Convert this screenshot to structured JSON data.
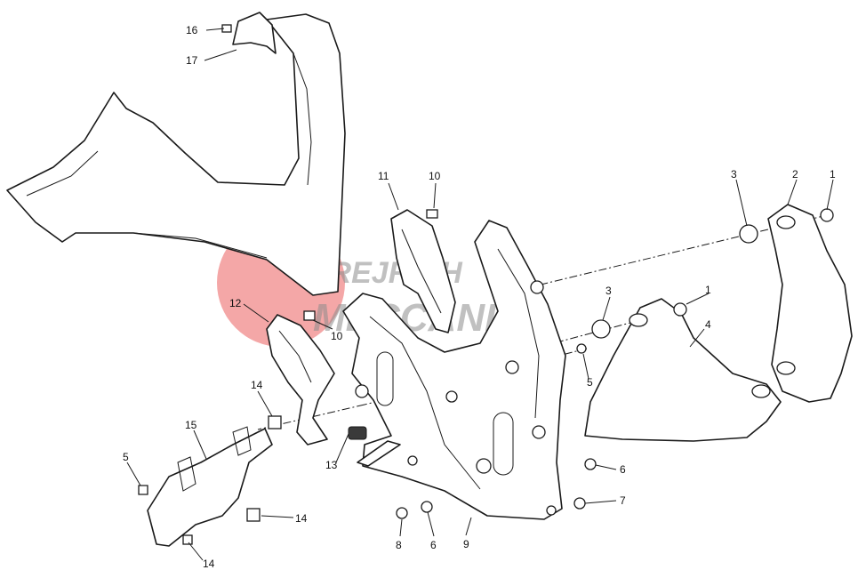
{
  "diagram": {
    "callouts": [
      "1",
      "2",
      "3",
      "1",
      "3",
      "4",
      "5",
      "5",
      "6",
      "6",
      "7",
      "8",
      "9",
      "10",
      "10",
      "11",
      "12",
      "13",
      "14",
      "14",
      "14",
      "15",
      "16",
      "17"
    ]
  },
  "watermark": {
    "line1": "KREJRICH",
    "line2": "MECCANICA",
    "circle_color": "#f08a8a",
    "text_color": "#8c8c8c"
  },
  "colors": {
    "line": "#1a1a1a",
    "background": "#ffffff"
  }
}
